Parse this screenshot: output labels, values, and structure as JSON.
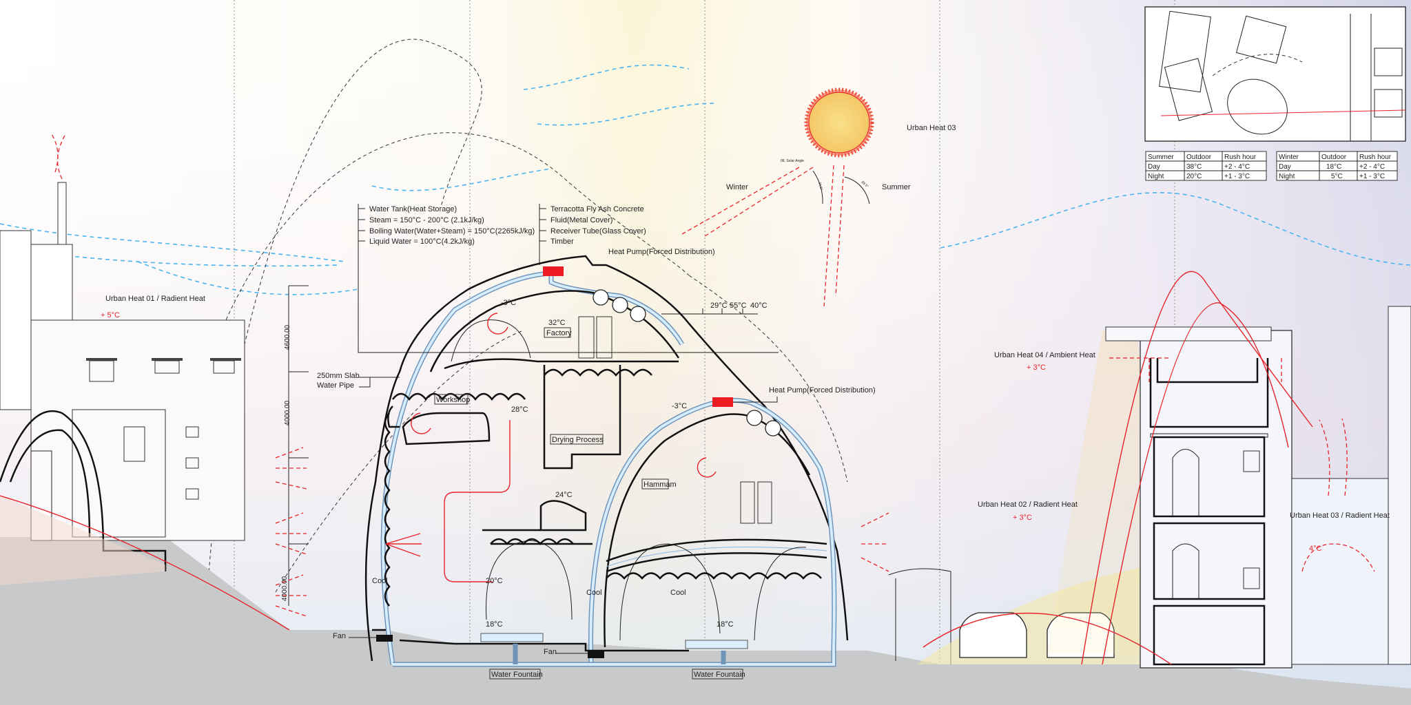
{
  "colors": {
    "accent_red": "#e8232a",
    "water_blue": "#4ab3f0",
    "sun": "#f7d77a",
    "ground": "#c8c9ca"
  },
  "legend_left": {
    "items": [
      "Water Tank(Heat Storage)",
      "Steam  =  150°C - 200°C (2.1kJ/kg)",
      "Boiling Water(Water+Steam)  = 150°C(2265kJ/kg)",
      "Liquid Water = 100°C(4.2kJ/kg)"
    ]
  },
  "legend_right": {
    "items": [
      "Terracotta Fly Ash Concrete",
      "Fluid(Metal Cover)",
      "Receiver Tube(Glass Cover)",
      "Timber"
    ]
  },
  "heat_pump_1": "Heat Pump(Forced Distribution)",
  "heat_pump_2": "Heat Pump(Forced Distribution)",
  "sun": {
    "label": "Urban Heat 03",
    "solar_angle": "08. Solar Angle",
    "winter": "Winter",
    "summer": "Summer",
    "winter_angle": "34.5°",
    "summer_angle": "88.5°"
  },
  "tables": {
    "summer": {
      "headers": [
        "Summer",
        "Outdoor",
        "Rush hour"
      ],
      "rows": [
        [
          "Day",
          "38°C",
          "+2 - 4°C"
        ],
        [
          "Night",
          "20°C",
          "+1 - 3°C"
        ]
      ]
    },
    "winter": {
      "headers": [
        "Winter",
        "Outdoor",
        "Rush hour"
      ],
      "rows": [
        [
          "Day",
          "18°C",
          "+2 - 4°C"
        ],
        [
          "Night",
          "5°C",
          "+1 - 3°C"
        ]
      ]
    }
  },
  "urban_heat": {
    "uh01": {
      "label": "Urban Heat 01 / Radient Heat",
      "delta": "+ 5°C"
    },
    "uh04": {
      "label": "Urban Heat 04 / Ambient Heat",
      "delta": "+ 3°C"
    },
    "uh02": {
      "label": "Urban Heat 02 / Radient Heat",
      "delta": "+ 3°C"
    },
    "uh03": {
      "label": "Urban Heat 03 / Radient Heat",
      "delta": "4°C"
    }
  },
  "dimensions": {
    "d1": "4600.00",
    "d2": "4000.00",
    "d3": "4000.00",
    "slab": "250mm Slab",
    "pipe": "Water Pipe"
  },
  "temps_scale": [
    "29°C",
    "55°C",
    "40°C"
  ],
  "rooms": {
    "top_temp": "-3°C",
    "factory_temp": "32°C",
    "factory": "Factory",
    "workshop": "Workshop",
    "workshop_temp": "28°C",
    "drying": "Drying Process",
    "hammam_top_temp": "-3°C",
    "gallery_temp": "24°C",
    "hammam": "Hammam",
    "cool_left": "Cool",
    "cave_temp": "20°C",
    "cave_floor_temp": "18°C",
    "cool_mid": "Cool",
    "cool_right": "Cool",
    "right_floor_temp": "18°C",
    "fan1": "Fan",
    "fan2": "Fan",
    "fountain1": "Water Fountain",
    "fountain2": "Water Fountain"
  }
}
